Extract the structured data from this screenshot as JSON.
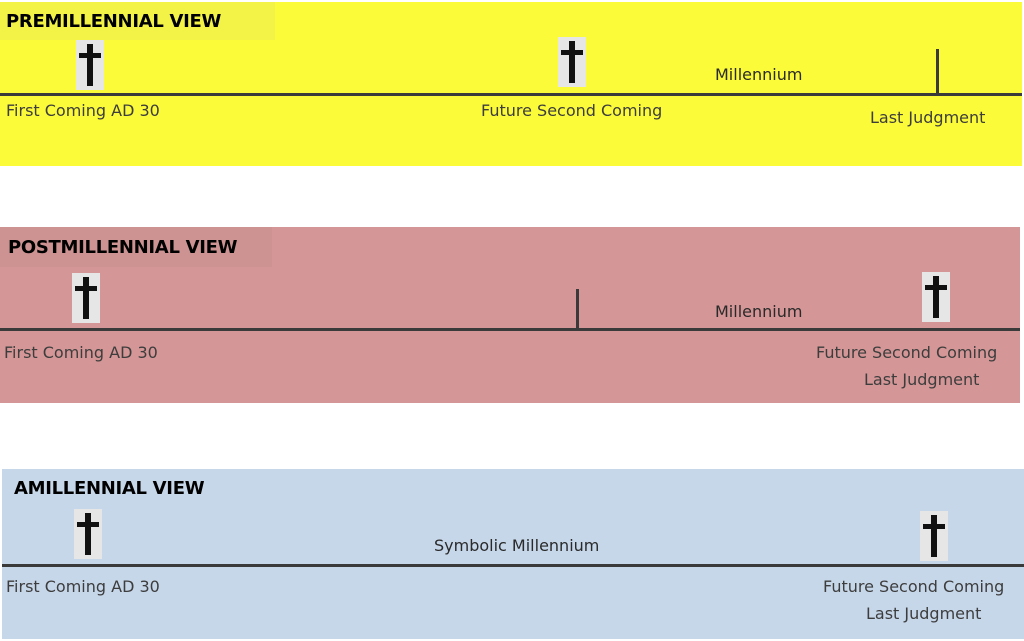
{
  "premillennial": {
    "title": "PREMILLENNIAL VIEW",
    "first_coming": "First Coming AD 30",
    "second_coming": "Future Second Coming",
    "millennium": "Millennium",
    "last_judgment": "Last Judgment",
    "bg_color": "#fbfb3a"
  },
  "postmillennial": {
    "title": "POSTMILLENNIAL VIEW",
    "first_coming": "First Coming AD 30",
    "millennium": "Millennium",
    "second_coming": "Future Second Coming",
    "last_judgment": "Last Judgment",
    "bg_color": "#d49696"
  },
  "amillennial": {
    "title": "AMILLENNIAL VIEW",
    "first_coming": "First Coming AD 30",
    "millennium": "Symbolic Millennium",
    "second_coming": "Future Second Coming",
    "last_judgment": "Last Judgment",
    "bg_color": "#c7d7ea"
  },
  "icons": {
    "cross": "cross-icon"
  }
}
